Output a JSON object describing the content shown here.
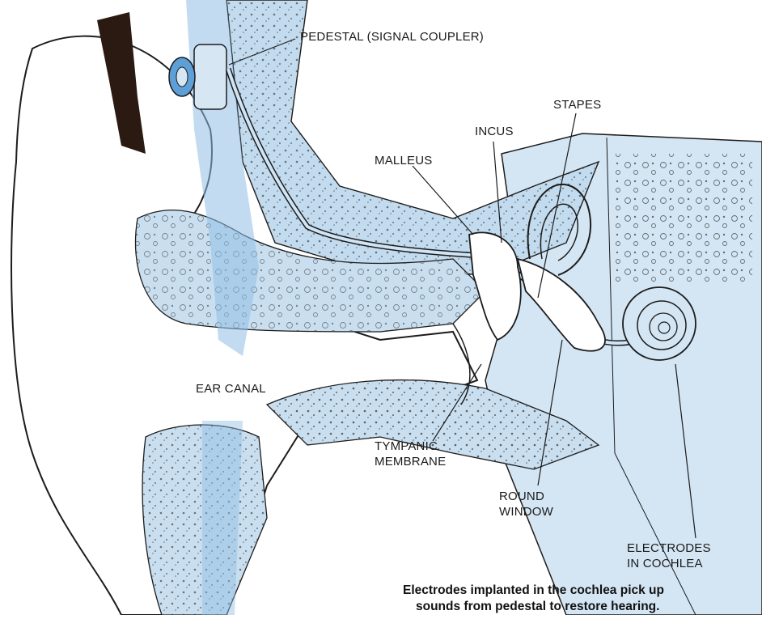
{
  "labels": {
    "pedestal": "PEDESTAL (SIGNAL COUPLER)",
    "stapes": "STAPES",
    "incus": "INCUS",
    "malleus": "MALLEUS",
    "ear_canal": "EAR CANAL",
    "tympanic_line1": "TYMPANIC",
    "tympanic_line2": "MEMBRANE",
    "round_line1": "ROUND",
    "round_line2": "WINDOW",
    "electrodes_line1": "ELECTRODES",
    "electrodes_line2": "IN COCHLEA"
  },
  "caption": {
    "line1": "Electrodes implanted in the cochlea pick up",
    "line2": "sounds from pedestal to restore hearing."
  },
  "colors": {
    "tissue_blue": "#c9dff0",
    "deep_blue": "#5d9fd6",
    "outline": "#1c1c1c",
    "hair": "#2b1a12"
  }
}
